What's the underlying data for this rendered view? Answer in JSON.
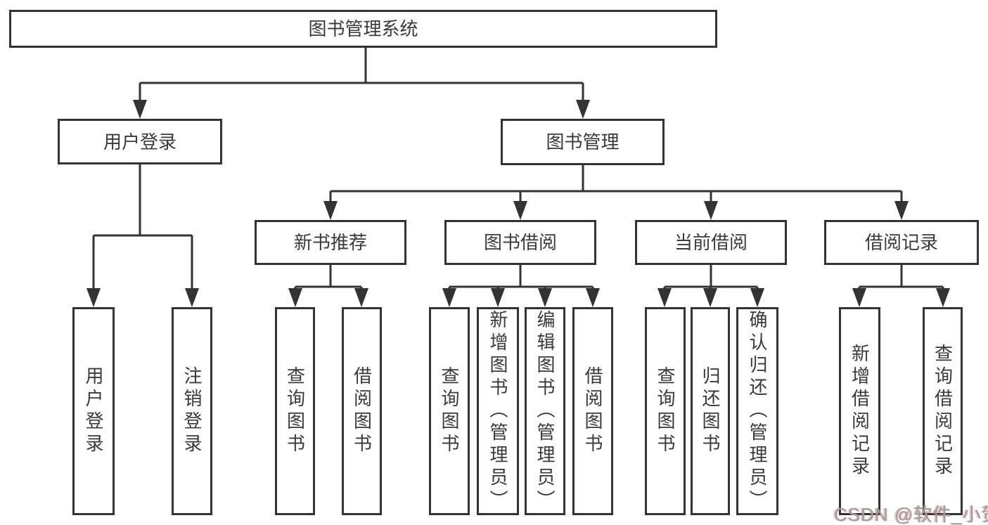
{
  "tree": {
    "root": {
      "label": "图书管理系统"
    },
    "children": [
      {
        "label": "用户登录",
        "children": [
          {
            "label": "用户登录"
          },
          {
            "label": "注销登录"
          }
        ]
      },
      {
        "label": "图书管理",
        "children": [
          {
            "label": "新书推荐",
            "children": [
              {
                "label": "查询图书"
              },
              {
                "label": "借阅图书"
              }
            ]
          },
          {
            "label": "图书借阅",
            "children": [
              {
                "label": "查询图书"
              },
              {
                "label": "新增图书（管理员）"
              },
              {
                "label": "编辑图书（管理员）"
              },
              {
                "label": "借阅图书"
              }
            ]
          },
          {
            "label": "当前借阅",
            "children": [
              {
                "label": "查询图书"
              },
              {
                "label": "归还图书"
              },
              {
                "label": "确认归还（管理员）"
              }
            ]
          },
          {
            "label": "借阅记录",
            "children": [
              {
                "label": "新增借阅记录"
              },
              {
                "label": "查询借阅记录"
              }
            ]
          }
        ]
      }
    ]
  },
  "watermark": {
    "text": "CSDN @软件_小贺同学"
  },
  "colors": {
    "line": "#333333",
    "text": "#3a3a3a",
    "background": "#ffffff",
    "watermark": "#9e9e9e"
  }
}
